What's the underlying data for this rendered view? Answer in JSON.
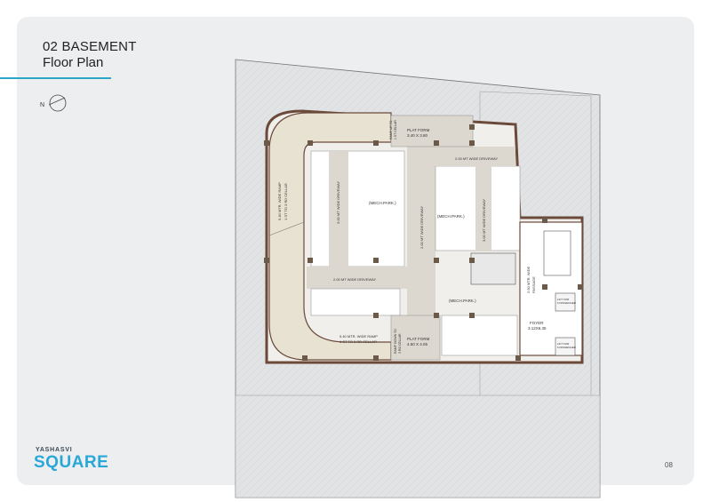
{
  "header": {
    "title": "02 BASEMENT",
    "subtitle": "Floor Plan"
  },
  "compass": {
    "label": "N",
    "icon": "north-arrow-icon"
  },
  "plan": {
    "labels": {
      "plat_form_top": "PLAT FORM",
      "plat_form_top_dim": "3.40 X 3.80",
      "ramp_up_top": "RAMP UP TO",
      "ramp_up_top_2": "1 ST CELLAR",
      "driveway_top": "2.00 MT WIDE DRIVEWAY",
      "ramp_left": "5.40 MTR. WIDE RAMP",
      "ramp_left_2": "1 ST TO 3 RD CELLAR",
      "driveway_left": "2.00 MT WIDE DRIVEWAY",
      "mech_park_1": "(MECH.PARK.)",
      "driveway_center": "3.00 MT WIDE DRIVEWAY",
      "mech_park_2": "(MECH.PARK.)",
      "driveway_right": "3.00 MT WIDE DRIVEWAY",
      "driveway_middle": "2.00 MT WIDE DRIVEWAY",
      "mech_park_3": "(MECH.PARK.)",
      "ramp_bottom": "5.40 MTR. WIDE RAMP",
      "ramp_bottom_2": "1 ST TO 3 RD CELLAR",
      "ramp_down": "RAMP DOWN TO",
      "ramp_down_2": "3 RD CELLAR",
      "plat_form_bottom": "PLAT FORM",
      "plat_form_bottom_dim": "4.50 X 4.05",
      "passage": "2.50 MTR. WIDE",
      "passage_2": "PASSAGE",
      "foyer": "FOYER",
      "foyer_dim": "3.12X6.35",
      "lift1": "LIFT FOR",
      "lift1_2": "6 PASSENGER",
      "lift2": "LIFT FOR",
      "lift2_2": "6 PASSENGER"
    }
  },
  "footer": {
    "brand_small": "YASHASVI",
    "brand_big": "SQUARE",
    "page": "08"
  },
  "colors": {
    "accent": "#2aa5c7",
    "wall": "#6b4a3a",
    "ramp": "#e8e2d2",
    "plot": "#e3e5e7"
  }
}
